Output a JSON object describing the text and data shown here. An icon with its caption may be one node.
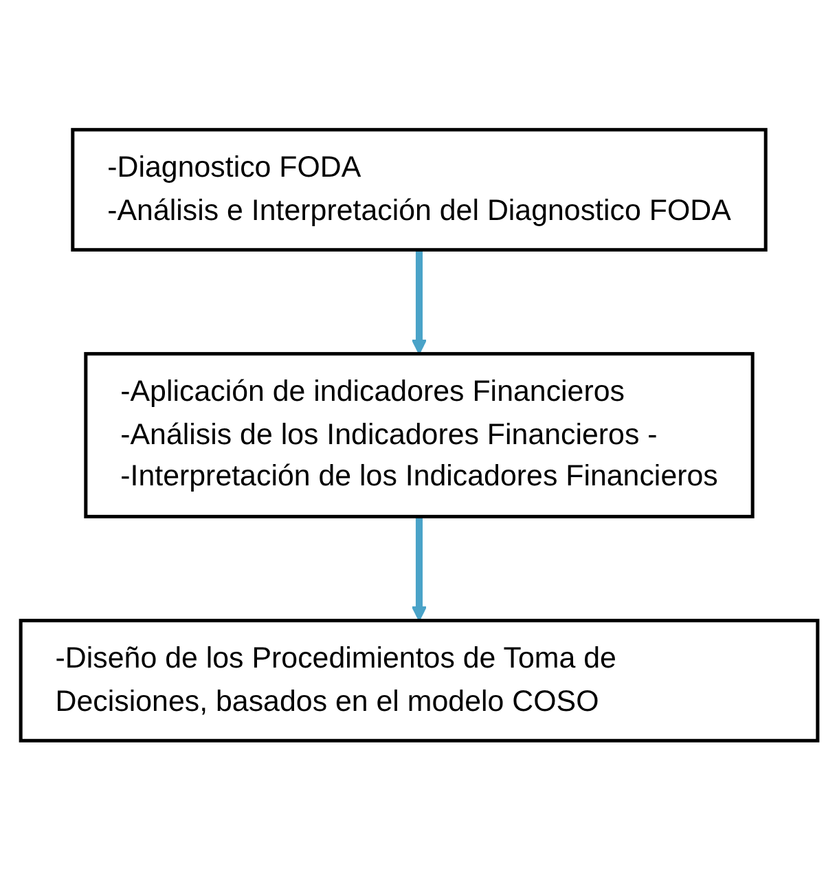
{
  "diagram": {
    "nodes": [
      {
        "text": [
          "-Diagnostico FODA",
          "-Análisis e Interpretación del Diagnostico FODA"
        ]
      },
      {
        "text": [
          "-Aplicación de indicadores Financieros",
          "-Análisis de los Indicadores Financieros -",
          "-Interpretación de los Indicadores Financieros"
        ]
      },
      {
        "text": [
          "-Diseño de los Procedimientos de Toma de Decisiones, basados en el modelo COSO"
        ]
      }
    ],
    "edges": [
      {
        "from": 0,
        "to": 1,
        "arrow": "to"
      },
      {
        "from": 1,
        "to": 2,
        "arrow": "to"
      }
    ]
  }
}
